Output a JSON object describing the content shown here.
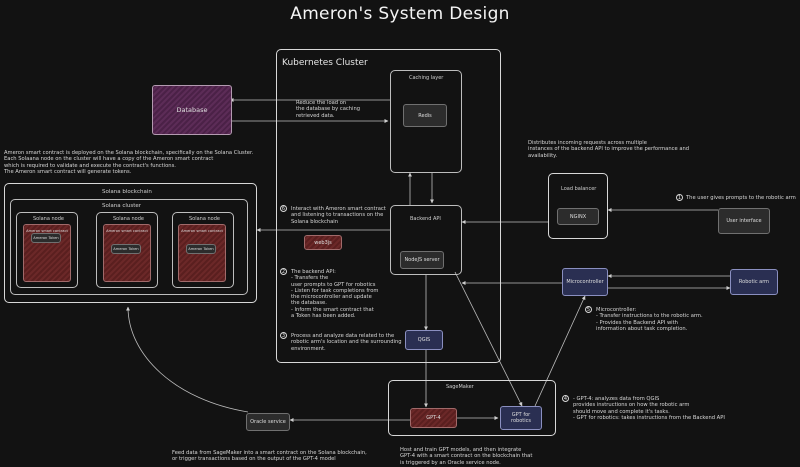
{
  "title": "Ameron's System Design",
  "kubernetes": {
    "label": "Kubernetes Cluster"
  },
  "caching": {
    "label": "Caching layer",
    "redis": "Redis"
  },
  "database": {
    "label": "Database"
  },
  "redis_note": "Reduce the load on\nthe database by caching\nretrieved data.",
  "backend": {
    "label": "Backend API",
    "nodejs": "NodeJS server"
  },
  "web3js": "web3js",
  "qgis": "QGIS",
  "solana": {
    "note": "Ameron smart contract is deployed on the Solana blockchain, specifically on the Solana Cluster.\nEach Solaana node on the cluster will have a copy of the Ameron smart contract\nwhich is required to validate and execute the contract's functions.\nThe Ameron smart contract will generate tokens.",
    "blockchain_label": "Solana blockchain",
    "cluster_label": "Solana cluster",
    "nodes": [
      {
        "label": "Solana node",
        "contract": "Ameron smart contract",
        "token": "Ameron Token"
      },
      {
        "label": "Solana node",
        "contract": "Ameron smart contract",
        "token": "Ameron Token"
      },
      {
        "label": "Solana node",
        "contract": "Ameron smart contract",
        "token": "Ameron Token"
      }
    ]
  },
  "load_balancer": {
    "note": "Distributes incoming requests across multiple\ninstances of the backend API to improve the performance and\navailability.",
    "label": "Load balancer",
    "nginx": "NGINX"
  },
  "user_interface": "User interface",
  "microcontroller": "Microcontroller",
  "robotic_arm": "Robotic arm",
  "sagemaker": {
    "label": "SageMaker",
    "gpt4": "GPT-4",
    "gpt_robotics": "GPT for\nrobotics"
  },
  "oracle": "Oracle service",
  "steps": [
    {
      "num": "1",
      "text": "The user gives prompts to the robotic arm"
    },
    {
      "num": "2",
      "text": "The backend API:\n- Transfers the\nuser prompts to GPT for robotics\n- Listen for task completions from\nthe microcontroller and update\nthe database.\n- Inform the smart contract that\na Token has been added."
    },
    {
      "num": "3",
      "text": "Process and analyze data related to the\nrobotic arm's location and the surrounding\nenvironment."
    },
    {
      "num": "4",
      "text": "- GPT-4: analyzes data from QGIS\nprovides instructions on how the robotic arm\nshould move and complete it's tasks.\n- GPT for robotics: takes instructions from the Backend API"
    },
    {
      "num": "5",
      "text": "Microcontroller:\n- Transfer instructions to the robotic arm.\n- Provides the Backend API with\ninformation about task completion."
    },
    {
      "num": "6",
      "text": "Interact with Ameron smart contract\nand listening to transactions on the\nSolana blockchain"
    }
  ],
  "oracle_note": "Feed data from SageMaker into a smart contract on the Solana blockchain,\nor trigger transactions based on the output of the GPT-4 model",
  "sagemaker_note": "Host and train GPT models, and then integrate\nGPT-4 with a smart contract on the blockchain that\nis triggered by an Oracle service node."
}
